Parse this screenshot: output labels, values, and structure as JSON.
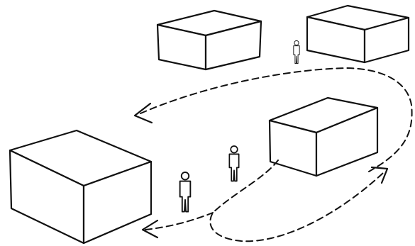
{
  "colors": {
    "ink": "#111111",
    "paper": "#ffffff"
  },
  "scene": {
    "buildings": [
      {
        "name": "building-top-center"
      },
      {
        "name": "building-top-right"
      },
      {
        "name": "building-middle-right"
      },
      {
        "name": "building-bottom-left"
      }
    ],
    "people": [
      {
        "name": "person-far"
      },
      {
        "name": "person-middle"
      },
      {
        "name": "person-near"
      }
    ],
    "routes": [
      {
        "name": "route-loop-upper",
        "direction": "counter-clockwise"
      },
      {
        "name": "route-lower-left",
        "direction": "toward-left"
      },
      {
        "name": "route-lower-right",
        "direction": "toward-right"
      }
    ]
  }
}
